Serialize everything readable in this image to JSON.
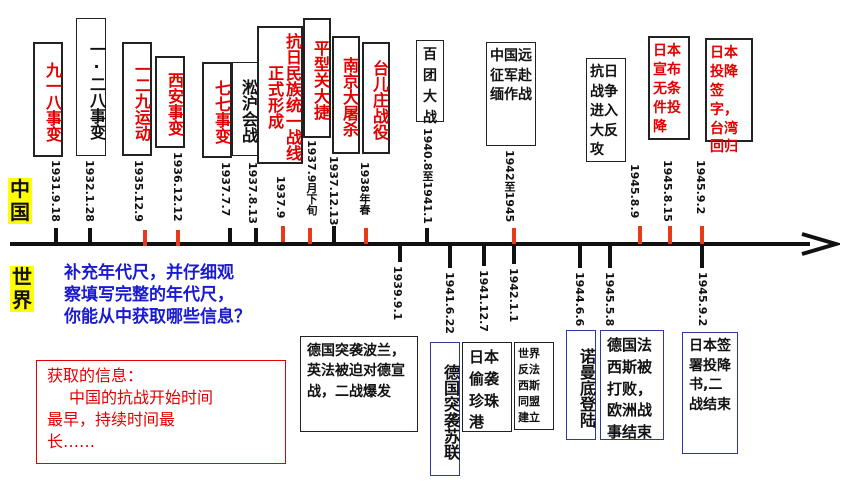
{
  "labels": {
    "china": "中国",
    "world": "世界"
  },
  "prompt": {
    "line1": "补充年代尺，并仔细观",
    "line2": "察填写完整的年代尺，",
    "line3": "你能从中获取哪些信息？"
  },
  "info": {
    "title": "获取的信息：",
    "line1": "中国的抗战开始时间",
    "line2": "最早，持续时间最",
    "line3": "长……"
  },
  "china_events": [
    {
      "name": "九一八事变",
      "date": "1931.9.18"
    },
    {
      "name": "一·二八事变",
      "date": "1932.1.28"
    },
    {
      "name": "一二九运动",
      "date": "1935.12.9"
    },
    {
      "name": "西安事变",
      "date": "1936.12.12"
    },
    {
      "name": "七七事变",
      "date": "1937.7.7"
    },
    {
      "name": "淞沪会战",
      "date": "1937.8.13"
    },
    {
      "name": "抗日民族统一战线正式形成",
      "date": "1937.9"
    },
    {
      "name": "平型关大捷",
      "date": "1937.9月下旬"
    },
    {
      "name": "南京大屠杀",
      "date": "1937.12.13"
    },
    {
      "name": "台儿庄战役",
      "date": "1938年春"
    },
    {
      "name": "百团大战",
      "date": "1940.8至1941.1"
    },
    {
      "name": "中国远征军赴缅作战",
      "date": "1942至1945"
    },
    {
      "name": "抗日战争进入大反攻",
      "date": "1945.8.9"
    },
    {
      "name": "日本宣布无条件投降",
      "date": "1945.8.15"
    },
    {
      "name": "日本投降签字，台湾回归",
      "date": "1945.9.2"
    }
  ],
  "world_events": [
    {
      "name": "德国突袭波兰，英法被迫对德宣战，二战爆发",
      "date": "1939.9.1"
    },
    {
      "name": "德国突袭苏联",
      "date": "1941.6.22"
    },
    {
      "name": "日本偷袭珍珠港",
      "date": "1941.12.7"
    },
    {
      "name": "世界反法西斯同盟建立",
      "date": "1942.1.1"
    },
    {
      "name": "诺曼底登陆",
      "date": "1944.6.6"
    },
    {
      "name": "德国法西斯被打败，欧洲战事结束",
      "date": "1945.5.8"
    },
    {
      "name": "日本签署投降书,二战结束",
      "date": "1945.9.2"
    }
  ],
  "colors": {
    "red": "#e30000",
    "blue": "#1a1ad0",
    "highlight": "#ffff00",
    "axis": "#111111"
  }
}
